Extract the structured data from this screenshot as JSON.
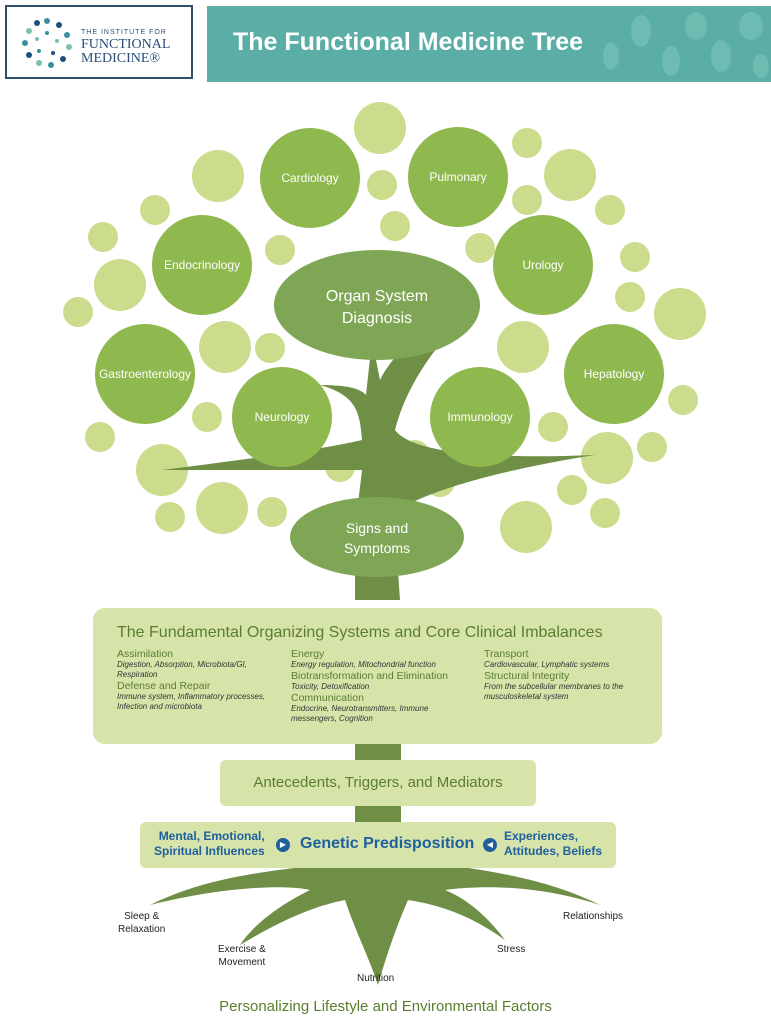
{
  "header": {
    "logo_small": "THE INSTITUTE FOR",
    "logo_line1": "FUNCTIONAL",
    "logo_line2": "MEDICINE®",
    "title": "The Functional Medicine Tree"
  },
  "colors": {
    "banner": "#5aaea6",
    "circle_dark": "#8fb84e",
    "circle_light": "#cbdc8c",
    "trunk": "#6e8f45",
    "box": "#d6e4aa",
    "blue": "#1f5fa0"
  },
  "organs": [
    "Cardiology",
    "Pulmonary",
    "Endocrinology",
    "Urology",
    "Gastroenterology",
    "Hepatology",
    "Neurology",
    "Immunology"
  ],
  "center": {
    "line1": "Organ System",
    "line2": "Diagnosis"
  },
  "signs": {
    "line1": "Signs and",
    "line2": "Symptoms"
  },
  "fundamental": {
    "title": "The Fundamental Organizing Systems and Core Clinical Imbalances",
    "items": [
      {
        "h": "Assimilation",
        "d": "Digestion, Absorption, Microbiota/GI, Respiration"
      },
      {
        "h": "Defense and Repair",
        "d": "Immune system, Inflammatory processes, Infection and microbiota"
      },
      {
        "h": "Energy",
        "d": "Energy regulation, Mitochondrial function"
      },
      {
        "h": "Biotransformation and Elimination",
        "d": "Toxicity, Detoxification"
      },
      {
        "h": "Communication",
        "d": "Endocrine, Neurotransmitters, Immune messengers, Cognition"
      },
      {
        "h": "Transport",
        "d": "Cardiovascular, Lymphatic systems"
      },
      {
        "h": "Structural Integrity",
        "d": "From the subcellular membranes to the musculoskeletal system"
      }
    ]
  },
  "antecedents": "Antecedents, Triggers, and Mediators",
  "genetic": {
    "left_1": "Mental, Emotional,",
    "left_2": "Spiritual Influences",
    "center": "Genetic Predisposition",
    "right_1": "Experiences,",
    "right_2": "Attitudes, Beliefs"
  },
  "roots": {
    "sleep_1": "Sleep &",
    "sleep_2": "Relaxation",
    "exercise_1": "Exercise &",
    "exercise_2": "Movement",
    "nutrition": "Nutrition",
    "stress": "Stress",
    "relationships": "Relationships"
  },
  "footer": "Personalizing Lifestyle and Environmental Factors"
}
